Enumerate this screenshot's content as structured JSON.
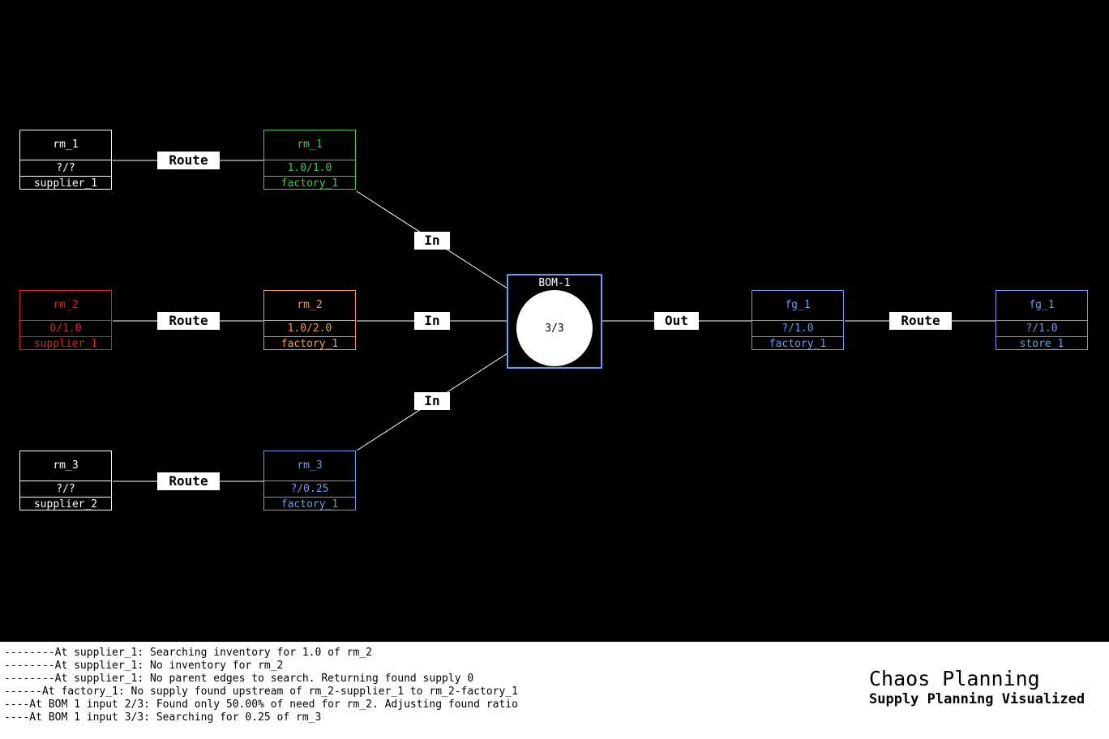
{
  "nodes": {
    "n1": {
      "name": "rm_1",
      "qty": "?/?",
      "loc": "supplier_1",
      "color": "#ffffff"
    },
    "n2": {
      "name": "rm_1",
      "qty": "1.0/1.0",
      "loc": "factory_1",
      "color": "#3ecf3e"
    },
    "n3": {
      "name": "rm_2",
      "qty": "0/1.0",
      "loc": "supplier_1",
      "color": "#e02424"
    },
    "n4": {
      "name": "rm_2",
      "qty": "1.0/2.0",
      "loc": "factory_1",
      "color": "#f0a040"
    },
    "n5": {
      "name": "rm_3",
      "qty": "?/?",
      "loc": "supplier_2",
      "color": "#ffffff"
    },
    "n6": {
      "name": "rm_3",
      "qty": "?/0.25",
      "loc": "factory_1",
      "color": "#6a9cf0"
    },
    "n7": {
      "name": "fg_1",
      "qty": "?/1.0",
      "loc": "factory_1",
      "color": "#6a9cf0"
    },
    "n8": {
      "name": "fg_1",
      "qty": "?/1.0",
      "loc": "store_1",
      "color": "#6a9cf0"
    }
  },
  "bom": {
    "title": "BOM-1",
    "value": "3/3",
    "color": "#6a9cf0"
  },
  "edge_labels": {
    "route": "Route",
    "in": "In",
    "out": "Out"
  },
  "console_log": [
    "--------At supplier_1: Searching inventory for 1.0 of rm_2",
    "--------At supplier_1: No inventory for rm_2",
    "--------At supplier_1: No parent edges to search. Returning found supply 0",
    "------At factory_1: No supply found upstream of rm_2-supplier_1 to rm_2-factory_1",
    "----At BOM 1 input 2/3: Found only 50.00% of need for rm_2. Adjusting found ratio",
    "----At BOM 1 input 3/3: Searching for 0.25 of rm_3"
  ],
  "brand": {
    "title": "Chaos Planning",
    "subtitle": "Supply Planning Visualized"
  }
}
